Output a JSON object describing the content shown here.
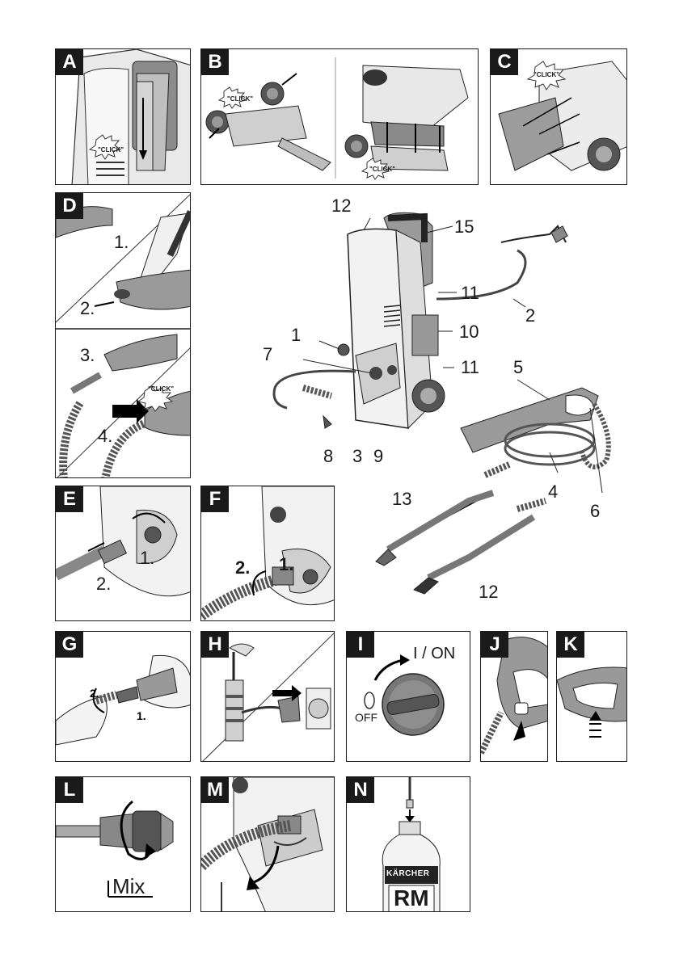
{
  "panels": {
    "A": {
      "letter": "A",
      "click": "\"CLICK\""
    },
    "B": {
      "letter": "B",
      "click1": "\"CLICK\"",
      "click2": "\"CLICK\""
    },
    "C": {
      "letter": "C",
      "click": "\"CLICK\""
    },
    "D": {
      "letter": "D",
      "step1": "1.",
      "step2": "2.",
      "step3": "3.",
      "step4": "4.",
      "click": "\"CLICK\""
    },
    "E": {
      "letter": "E",
      "step1": "1.",
      "step2": "2."
    },
    "F": {
      "letter": "F",
      "step1": "1.",
      "step2": "2."
    },
    "G": {
      "letter": "G",
      "step1": "1.",
      "step2": "2."
    },
    "H": {
      "letter": "H"
    },
    "I": {
      "letter": "I",
      "on_label": "I / ON",
      "off_label": "OFF"
    },
    "J": {
      "letter": "J"
    },
    "K": {
      "letter": "K"
    },
    "L": {
      "letter": "L",
      "mix_label": "Mix"
    },
    "M": {
      "letter": "M"
    },
    "N": {
      "letter": "N",
      "brand": "KÄRCHER",
      "product": "RM"
    }
  },
  "overview": {
    "callouts": [
      "1",
      "2",
      "3",
      "4",
      "5",
      "6",
      "7",
      "8",
      "9",
      "10",
      "11",
      "11",
      "12",
      "13",
      "14",
      "15"
    ]
  }
}
